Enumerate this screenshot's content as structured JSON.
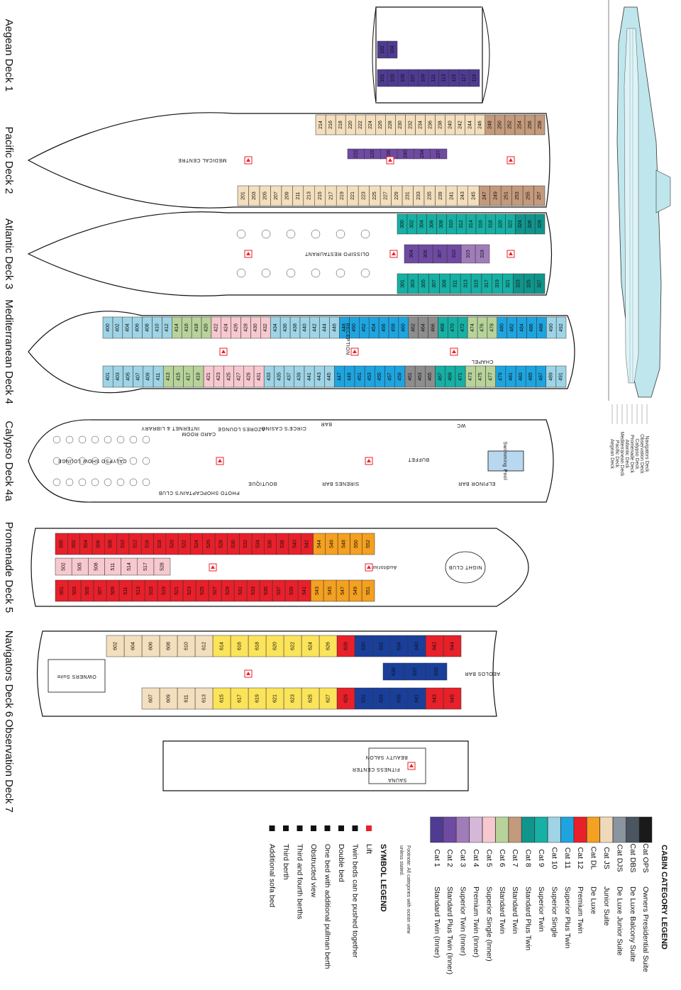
{
  "decks": [
    {
      "name": "Aegean Deck 1"
    },
    {
      "name": "Pacific Deck 2"
    },
    {
      "name": "Atlantic Deck 3"
    },
    {
      "name": "Mediterranean Deck 4"
    },
    {
      "name": "Calypso Deck 4a"
    },
    {
      "name": "Promenade Deck 5"
    },
    {
      "name": "Navigators Deck 6"
    },
    {
      "name": "Observation Deck 7"
    }
  ],
  "side_profile_labels": [
    "Navigators Deck",
    "Observation Deck",
    "Calypso Deck",
    "Promenade Deck",
    "Atlantic Deck",
    "Mediterranean Deck",
    "Pacific Deck",
    "Aegean Deck"
  ],
  "venues": {
    "medical": "MEDICAL CENTRE",
    "restaurant": "OLISSIPO RESTAURANT",
    "reception": "RECEPTION",
    "chapel": "CHAPEL",
    "wc": "WC",
    "swimming_pool": "Swimming Pool",
    "buffet": "BUFFET",
    "elphinor_bar": "ELPINOR BAR",
    "sirenes_bar": "SIRENES BAR",
    "boutique": "BOUTIQUE",
    "photo_shop": "PHOTO SHOP",
    "captains_club": "CAPTAIN'S CLUB",
    "circes_casino": "CIRCE'S CASINO",
    "azores_lounge": "AZORES LOUNGE",
    "card_room": "CARD ROOM",
    "internet_library": "INTERNET & LIBRARY",
    "calypso_show_lounge": "CALYPSO SHOW LOUNGE",
    "bar": "BAR",
    "night_club": "NIGHT CLUB",
    "auditorium": "Auditorium",
    "aeolos_bar": "AEOLOS BAR",
    "owners_suite": "OWNERS Suite",
    "beauty_salon": "BEAUTY SALON",
    "fitness_centre": "FITNESS CENTER",
    "sauna": "SAUNA"
  },
  "colors": {
    "OPS": "#1a1a1a",
    "DBS": "#4a5560",
    "DJS": "#8a95a0",
    "JS": "#f0d9b8",
    "DL": "#f4a020",
    "C12": "#e8202a",
    "C11": "#1ea5e0",
    "C10": "#9ed4e6",
    "C9": "#16b0a4",
    "C8": "#10958c",
    "C7": "#c49a7c",
    "C6": "#b7d39a",
    "C5": "#f7c9cf",
    "C4": "#d7b7d8",
    "C3": "#a17cba",
    "C2": "#6f4aa3",
    "C1": "#4f3b92",
    "DBLUE": "#1a3f9a",
    "YEL": "#fbe45a",
    "GREY": "#8d8d8d",
    "CREAM": "#f3dfbd"
  },
  "deck1": {
    "top_row": [
      "119",
      "117",
      "115",
      "113",
      "111",
      "109",
      "107",
      "105",
      "103",
      "101"
    ],
    "bottom_row": [
      "104",
      "102"
    ]
  },
  "deck2": {
    "top_row": [
      "258",
      "256",
      "254",
      "252",
      "250",
      "248",
      "246",
      "244",
      "242",
      "240",
      "238",
      "236",
      "234",
      "232",
      "230",
      "228",
      "226",
      "224",
      "222",
      "220",
      "218",
      "216",
      "214"
    ],
    "inner_row": [
      "237",
      "234",
      "240",
      "226",
      "225",
      "222"
    ],
    "bottom_row": [
      "257",
      "255",
      "253",
      "251",
      "249",
      "247",
      "245",
      "243",
      "241",
      "239",
      "235",
      "233",
      "231",
      "229",
      "227",
      "225",
      "223",
      "221",
      "219",
      "217",
      "215",
      "213",
      "211",
      "209",
      "207",
      "205",
      "203",
      "201"
    ]
  },
  "deck3": {
    "top_row": [
      "328",
      "326",
      "324",
      "322",
      "320",
      "318",
      "316",
      "314",
      "312",
      "310",
      "308",
      "306",
      "304",
      "302",
      "300"
    ],
    "inner_row": [
      "318",
      "315",
      "310",
      "307",
      "306",
      "304"
    ],
    "bottom_row": [
      "327",
      "325",
      "323",
      "321",
      "319",
      "317",
      "315",
      "313",
      "311",
      "309",
      "307",
      "305",
      "303",
      "301"
    ]
  },
  "deck4": {
    "top_row": [
      "492",
      "490",
      "488",
      "486",
      "484",
      "482",
      "480",
      "478",
      "476",
      "474",
      "472",
      "470",
      "468",
      "466",
      "464",
      "462",
      "460",
      "458",
      "456",
      "454",
      "452",
      "450",
      "448",
      "446",
      "444",
      "442",
      "440",
      "438",
      "436",
      "434",
      "432",
      "430",
      "428",
      "426",
      "424",
      "422",
      "420",
      "418",
      "416",
      "414",
      "412",
      "410",
      "408",
      "406",
      "404",
      "402",
      "400"
    ],
    "bottom_row": [
      "491",
      "489",
      "487",
      "485",
      "483",
      "481",
      "479",
      "477",
      "475",
      "473",
      "471",
      "469",
      "467",
      "465",
      "463",
      "461",
      "459",
      "457",
      "455",
      "453",
      "451",
      "449",
      "447",
      "445",
      "443",
      "441",
      "439",
      "437",
      "435",
      "433",
      "431",
      "429",
      "427",
      "425",
      "423",
      "421",
      "419",
      "417",
      "415",
      "413",
      "411",
      "409",
      "407",
      "405",
      "403",
      "401"
    ]
  },
  "deck5": {
    "top_row": [
      "552",
      "550",
      "548",
      "546",
      "544",
      "542",
      "540",
      "538",
      "536",
      "534",
      "532",
      "530",
      "528",
      "526",
      "524",
      "522",
      "520",
      "518",
      "516",
      "512",
      "510",
      "508",
      "506",
      "504",
      "502",
      "500"
    ],
    "inner_row": [
      "528",
      "517",
      "514",
      "511",
      "508",
      "505",
      "502"
    ],
    "bottom_row": [
      "551",
      "549",
      "547",
      "545",
      "543",
      "541",
      "539",
      "537",
      "535",
      "533",
      "531",
      "529",
      "527",
      "525",
      "523",
      "521",
      "519",
      "515",
      "513",
      "511",
      "509",
      "507",
      "505",
      "503",
      "501"
    ]
  },
  "deck6": {
    "top_row": [
      "644",
      "642",
      "640",
      "634",
      "632",
      "630",
      "628",
      "626",
      "624",
      "622",
      "620",
      "618",
      "616",
      "614",
      "612",
      "610",
      "608",
      "606",
      "604",
      "602"
    ],
    "inner_row": [
      "639",
      "637",
      "636"
    ],
    "bottom_row": [
      "645",
      "643",
      "641",
      "635",
      "633",
      "631",
      "629",
      "627",
      "625",
      "623",
      "621",
      "619",
      "617",
      "615",
      "613",
      "611",
      "609",
      "607"
    ]
  },
  "legend": {
    "title": "CABIN CATEGORY LEGEND",
    "rows": [
      {
        "code": "Cat OPS",
        "name": "Owners Presidential Suite",
        "color": "#1a1a1a"
      },
      {
        "code": "Cat DBS",
        "name": "De Luxe Balcony Suite",
        "color": "#4a5560"
      },
      {
        "code": "Cat DJS",
        "name": "De Luxe Junior Suite",
        "color": "#8a95a0"
      },
      {
        "code": "Cat JS",
        "name": "Junior Suite",
        "color": "#f0d9b8"
      },
      {
        "code": "Cat DL",
        "name": "De Luxe",
        "color": "#f4a020"
      },
      {
        "code": "Cat 12",
        "name": "Premium Twin",
        "color": "#e8202a"
      },
      {
        "code": "Cat 11",
        "name": "Superior Plus Twin",
        "color": "#1ea5e0"
      },
      {
        "code": "Cat 10",
        "name": "Superior Single",
        "color": "#9ed4e6"
      },
      {
        "code": "Cat 9",
        "name": "Superior Twin",
        "color": "#16b0a4"
      },
      {
        "code": "Cat 8",
        "name": "Standard Plus Twin",
        "color": "#10958c"
      },
      {
        "code": "Cat 7",
        "name": "Standard Twin",
        "color": "#c49a7c"
      },
      {
        "code": "Cat 6",
        "name": "Standard Twin",
        "color": "#b7d39a"
      },
      {
        "code": "Cat 5",
        "name": "Superior Single (Inner)",
        "color": "#f7c9cf"
      },
      {
        "code": "Cat 4",
        "name": "Premium Twin (Inner)",
        "color": "#d7b7d8"
      },
      {
        "code": "Cat 3",
        "name": "Superior Twin (Inner)",
        "color": "#a17cba"
      },
      {
        "code": "Cat 2",
        "name": "Standard Plus Twin (Inner)",
        "color": "#6f4aa3"
      },
      {
        "code": "Cat 1",
        "name": "Standard Twin (Inner)",
        "color": "#4f3b92"
      }
    ],
    "footnote": [
      "Footnote: All categories with ocean view",
      "unless stated."
    ],
    "symbol_title": "SYMBOL LEGEND",
    "symbols": [
      {
        "icon": "lift-icon",
        "label": "Lift"
      },
      {
        "icon": "twin-beds-icon",
        "label": "Twin beds can be pushed together"
      },
      {
        "icon": "double-bed-icon",
        "label": "Double bed"
      },
      {
        "icon": "pullman-berth-icon",
        "label": "One bed with additional pullman berth"
      },
      {
        "icon": "obstructed-view-icon",
        "label": "Obstructed view"
      },
      {
        "icon": "third-fourth-berth-icon",
        "label": "Third and fourth berths"
      },
      {
        "icon": "third-berth-icon",
        "label": "Third berth"
      },
      {
        "icon": "sofa-bed-icon",
        "label": "Additional sofa bed"
      }
    ]
  }
}
